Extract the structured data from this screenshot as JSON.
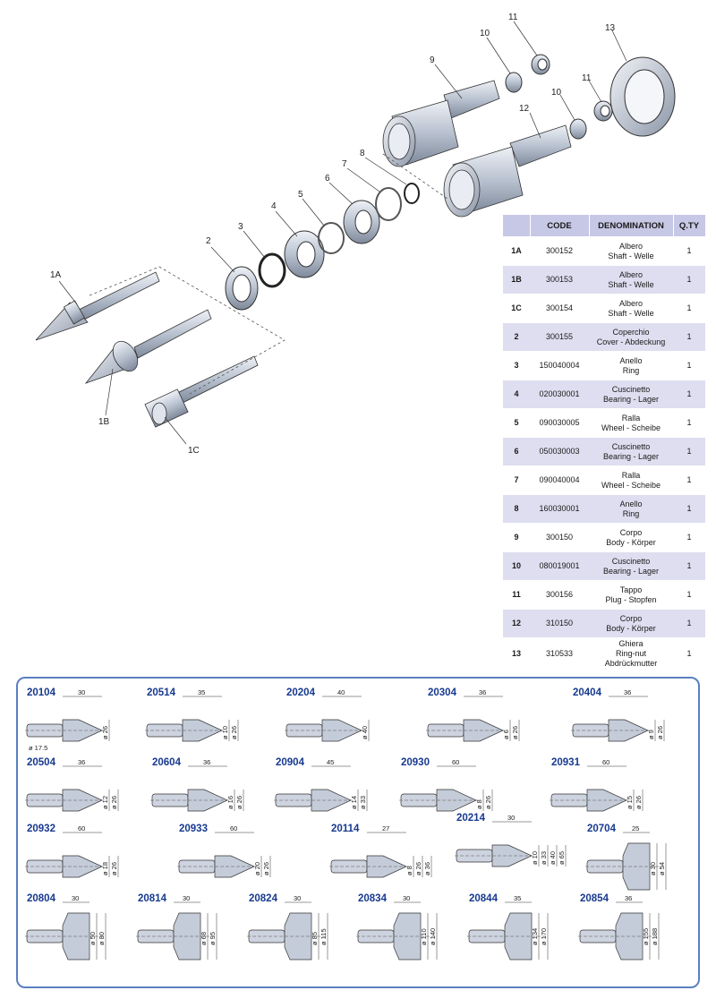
{
  "diagram": {
    "callouts": {
      "c1A": "1A",
      "c1B": "1B",
      "c1C": "1C",
      "c2": "2",
      "c3": "3",
      "c4": "4",
      "c5": "5",
      "c6": "6",
      "c7": "7",
      "c8": "8",
      "c9": "9",
      "c10a": "10",
      "c10b": "10",
      "c11a": "11",
      "c11b": "11",
      "c12": "12",
      "c13": "13"
    }
  },
  "table": {
    "headers": {
      "no": "",
      "code": "CODE",
      "denomination": "DENOMINATION",
      "qty": "Q.TY"
    },
    "rows": [
      {
        "no": "1A",
        "code": "300152",
        "d1": "Albero",
        "d2": "Shaft - Welle",
        "d3": "",
        "qty": "1"
      },
      {
        "no": "1B",
        "code": "300153",
        "d1": "Albero",
        "d2": "Shaft - Welle",
        "d3": "",
        "qty": "1"
      },
      {
        "no": "1C",
        "code": "300154",
        "d1": "Albero",
        "d2": "Shaft - Welle",
        "d3": "",
        "qty": "1"
      },
      {
        "no": "2",
        "code": "300155",
        "d1": "Coperchio",
        "d2": "Cover - Abdeckung",
        "d3": "",
        "qty": "1"
      },
      {
        "no": "3",
        "code": "150040004",
        "d1": "Anello",
        "d2": "Ring",
        "d3": "",
        "qty": "1"
      },
      {
        "no": "4",
        "code": "020030001",
        "d1": "Cuscinetto",
        "d2": "Bearing - Lager",
        "d3": "",
        "qty": "1"
      },
      {
        "no": "5",
        "code": "090030005",
        "d1": "Ralla",
        "d2": "Wheel - Scheibe",
        "d3": "",
        "qty": "1"
      },
      {
        "no": "6",
        "code": "050030003",
        "d1": "Cuscinetto",
        "d2": "Bearing - Lager",
        "d3": "",
        "qty": "1"
      },
      {
        "no": "7",
        "code": "090040004",
        "d1": "Ralla",
        "d2": "Wheel - Scheibe",
        "d3": "",
        "qty": "1"
      },
      {
        "no": "8",
        "code": "160030001",
        "d1": "Anello",
        "d2": "Ring",
        "d3": "",
        "qty": "1"
      },
      {
        "no": "9",
        "code": "300150",
        "d1": "Corpo",
        "d2": "Body - Körper",
        "d3": "",
        "qty": "1"
      },
      {
        "no": "10",
        "code": "080019001",
        "d1": "Cuscinetto",
        "d2": "Bearing - Lager",
        "d3": "",
        "qty": "1"
      },
      {
        "no": "11",
        "code": "300156",
        "d1": "Tappo",
        "d2": "Plug - Stopfen",
        "d3": "",
        "qty": "1"
      },
      {
        "no": "12",
        "code": "310150",
        "d1": "Corpo",
        "d2": "Body - Körper",
        "d3": "",
        "qty": "1"
      },
      {
        "no": "13",
        "code": "310533",
        "d1": "Ghiera",
        "d2": "Ring-nut",
        "d3": "Abdrückmutter",
        "qty": "1"
      }
    ]
  },
  "tips": [
    {
      "code": "20104",
      "length": "30",
      "dims": [
        "ø 26"
      ],
      "extra": "ø 17.5"
    },
    {
      "code": "20514",
      "length": "35",
      "dims": [
        "ø 10",
        "ø 26"
      ]
    },
    {
      "code": "20204",
      "length": "40",
      "dims": [
        "ø 40"
      ]
    },
    {
      "code": "20304",
      "length": "36",
      "dims": [
        "ø 6",
        "ø 26"
      ]
    },
    {
      "code": "20404",
      "length": "36",
      "dims": [
        "ø 9",
        "ø 26"
      ]
    },
    {
      "code": "20504",
      "length": "36",
      "dims": [
        "ø 12",
        "ø 26"
      ]
    },
    {
      "code": "20604",
      "length": "36",
      "dims": [
        "ø 16",
        "ø 26"
      ]
    },
    {
      "code": "20904",
      "length": "45",
      "dims": [
        "ø 14",
        "ø 33"
      ]
    },
    {
      "code": "20930",
      "length": "60",
      "dims": [
        "ø 8",
        "ø 26"
      ]
    },
    {
      "code": "20931",
      "length": "60",
      "dims": [
        "ø 15",
        "ø 26"
      ]
    },
    {
      "code": "20932",
      "length": "60",
      "dims": [
        "ø 18",
        "ø 26"
      ]
    },
    {
      "code": "20933",
      "length": "60",
      "dims": [
        "ø 20",
        "ø 26"
      ]
    },
    {
      "code": "20114",
      "length": "27",
      "dims": [
        "ø 8",
        "ø 26",
        "ø 36"
      ]
    },
    {
      "code": "20214",
      "length": "30",
      "dims": [
        "ø 10",
        "ø 33",
        "ø 40",
        "ø 65"
      ]
    },
    {
      "code": "20704",
      "length": "25",
      "dims": [
        "ø 30",
        "ø 54"
      ]
    },
    {
      "code": "20804",
      "length": "30",
      "dims": [
        "ø 50",
        "ø 80"
      ]
    },
    {
      "code": "20814",
      "length": "30",
      "dims": [
        "ø 68",
        "ø 95"
      ]
    },
    {
      "code": "20824",
      "length": "30",
      "dims": [
        "ø 85",
        "ø 115"
      ]
    },
    {
      "code": "20834",
      "length": "30",
      "dims": [
        "ø 110",
        "ø 140"
      ]
    },
    {
      "code": "20844",
      "length": "35",
      "dims": [
        "ø 134",
        "ø 170"
      ]
    },
    {
      "code": "20854",
      "length": "36",
      "dims": [
        "ø 155",
        "ø 188"
      ]
    }
  ]
}
